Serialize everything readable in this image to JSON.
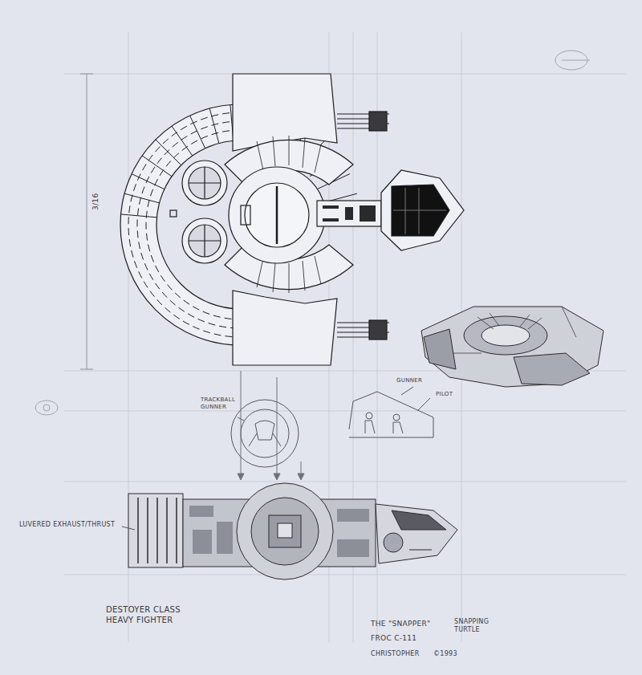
{
  "diagram": {
    "labels": [
      "3/16",
      "TRACKBALL GUNNER",
      "GUNNER",
      "PILOT",
      "LUVERED EXHAUST/THRUST",
      "DESTOYER CLASS HEAVY FIGHTER",
      "THE \"SNAPPER\"",
      "SNAPPING TURTLE",
      "FROC C-111",
      "CHRISTOPHER",
      "©1993"
    ]
  }
}
